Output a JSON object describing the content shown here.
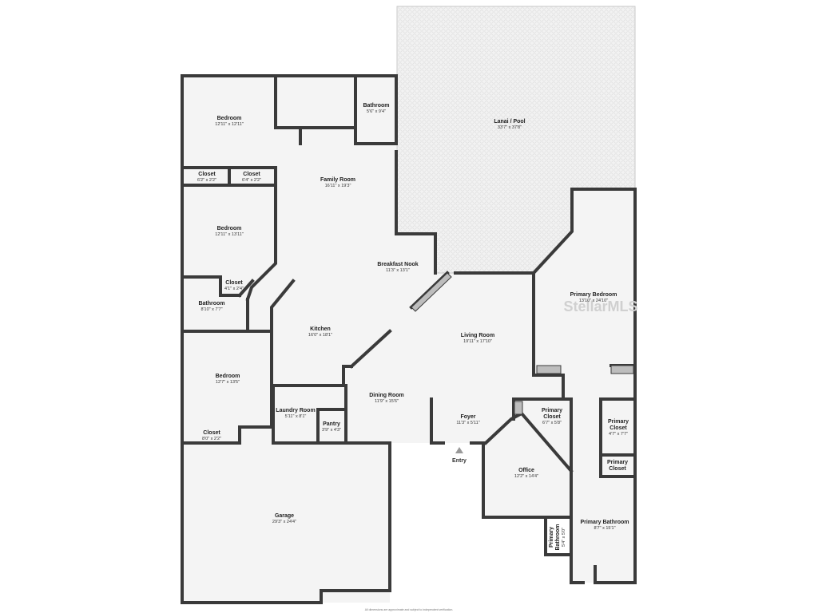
{
  "rooms": [
    {
      "id": "bedroom-1",
      "name": "Bedroom",
      "dims": "12'11\" x 12'11\""
    },
    {
      "id": "bathroom-top",
      "name": "Bathroom",
      "dims": "5'6\" x 9'4\""
    },
    {
      "id": "lanai",
      "name": "Lanai / Pool",
      "dims": "33'7\" x 37'8\""
    },
    {
      "id": "closet-1",
      "name": "Closet",
      "dims": "6'2\" x 2'2\""
    },
    {
      "id": "closet-2",
      "name": "Closet",
      "dims": "6'4\" x 2'2\""
    },
    {
      "id": "family",
      "name": "Family Room",
      "dims": "16'11\" x 19'3\""
    },
    {
      "id": "bedroom-2",
      "name": "Bedroom",
      "dims": "12'11\" x 13'11\""
    },
    {
      "id": "breakfast",
      "name": "Breakfast Nook",
      "dims": "11'3\" x 13'1\""
    },
    {
      "id": "closet-3",
      "name": "Closet",
      "dims": "4'1\" x 2'4\""
    },
    {
      "id": "primary-bedroom",
      "name": "Primary Bedroom",
      "dims": "13'10\" x 24'10\""
    },
    {
      "id": "bathroom-mid",
      "name": "Bathroom",
      "dims": "8'10\" x 7'7\""
    },
    {
      "id": "kitchen",
      "name": "Kitchen",
      "dims": "16'0\" x 18'1\""
    },
    {
      "id": "living",
      "name": "Living Room",
      "dims": "19'11\" x 17'10\""
    },
    {
      "id": "bedroom-3",
      "name": "Bedroom",
      "dims": "12'7\" x 13'5\""
    },
    {
      "id": "dining",
      "name": "Dining Room",
      "dims": "11'9\" x 15'6\""
    },
    {
      "id": "primary-closet-1",
      "name": "Primary Closet",
      "dims": "6'7\" x 5'8\""
    },
    {
      "id": "laundry",
      "name": "Laundry Room",
      "dims": "5'11\" x 8'1\""
    },
    {
      "id": "foyer",
      "name": "Foyer",
      "dims": "11'3\" x 5'11\""
    },
    {
      "id": "primary-closet-2",
      "name": "Primary Closet",
      "dims": "4'7\" x 7'7\""
    },
    {
      "id": "pantry",
      "name": "Pantry",
      "dims": "3'9\" x 4'3\""
    },
    {
      "id": "closet-4",
      "name": "Closet",
      "dims": "8'0\" x 2'2\""
    },
    {
      "id": "primary-closet-3",
      "name": "Primary Closet",
      "dims": ""
    },
    {
      "id": "office",
      "name": "Office",
      "dims": "12'2\" x 14'4\""
    },
    {
      "id": "garage",
      "name": "Garage",
      "dims": "29'3\" x 24'4\""
    },
    {
      "id": "primary-bathroom",
      "name": "Primary Bathroom",
      "dims": "8'7\" x 15'1\""
    },
    {
      "id": "primary-bathroom-small",
      "name": "Primary Bathroom",
      "dims": "5'4\" x 5'0\""
    }
  ],
  "entry_label": "Entry",
  "watermark": "StellarMLS",
  "footnote": "All dimensions are approximate and subject to independent verification."
}
